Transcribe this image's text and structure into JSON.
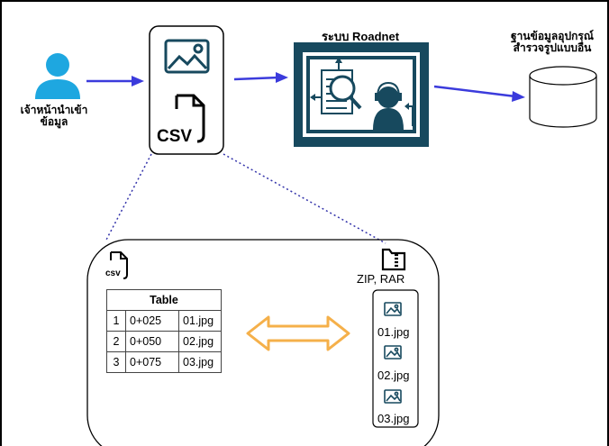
{
  "user_label": "เจ้าหน้านำเข้าข้อมูล",
  "system_title": "ระบบ Roadnet",
  "db_label": "ฐานข้อมูลอุปกรณ์สำรวจรูปแบบอื่น",
  "csv_label": "csv",
  "csv_label_small": "csv",
  "zip_label": "ZIP, RAR",
  "table": {
    "title": "Table",
    "rows": [
      {
        "no": "1",
        "station": "0+025",
        "file": "01.jpg"
      },
      {
        "no": "2",
        "station": "0+050",
        "file": "02.jpg"
      },
      {
        "no": "3",
        "station": "0+075",
        "file": "03.jpg"
      }
    ]
  },
  "zip_files": [
    "01.jpg",
    "02.jpg",
    "03.jpg"
  ],
  "colors": {
    "user": "#1ea7e0",
    "arrow": "#3b3bdc",
    "system_bg": "#17495e",
    "dotted": "#3333aa",
    "double_arrow": "#f5b04a"
  }
}
